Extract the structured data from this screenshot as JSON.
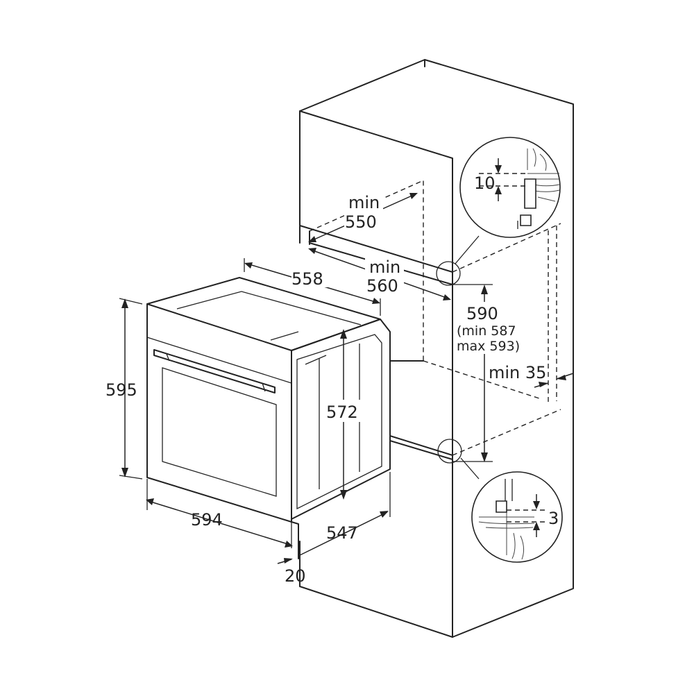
{
  "dimensions": {
    "oven_height": "595",
    "oven_width": "594",
    "oven_depth": "547",
    "front_thickness": "20",
    "inner_height": "572",
    "oven_body_width": "558",
    "niche_depth_min_label": "min",
    "niche_depth_min_value": "550",
    "niche_width_min_label": "min",
    "niche_width_min_value": "560",
    "niche_height": "590",
    "niche_height_min": "(min 587",
    "niche_height_max": "max 593)",
    "vent_gap": "min 35",
    "detail_top_gap": "10",
    "detail_bottom_gap": "3"
  }
}
